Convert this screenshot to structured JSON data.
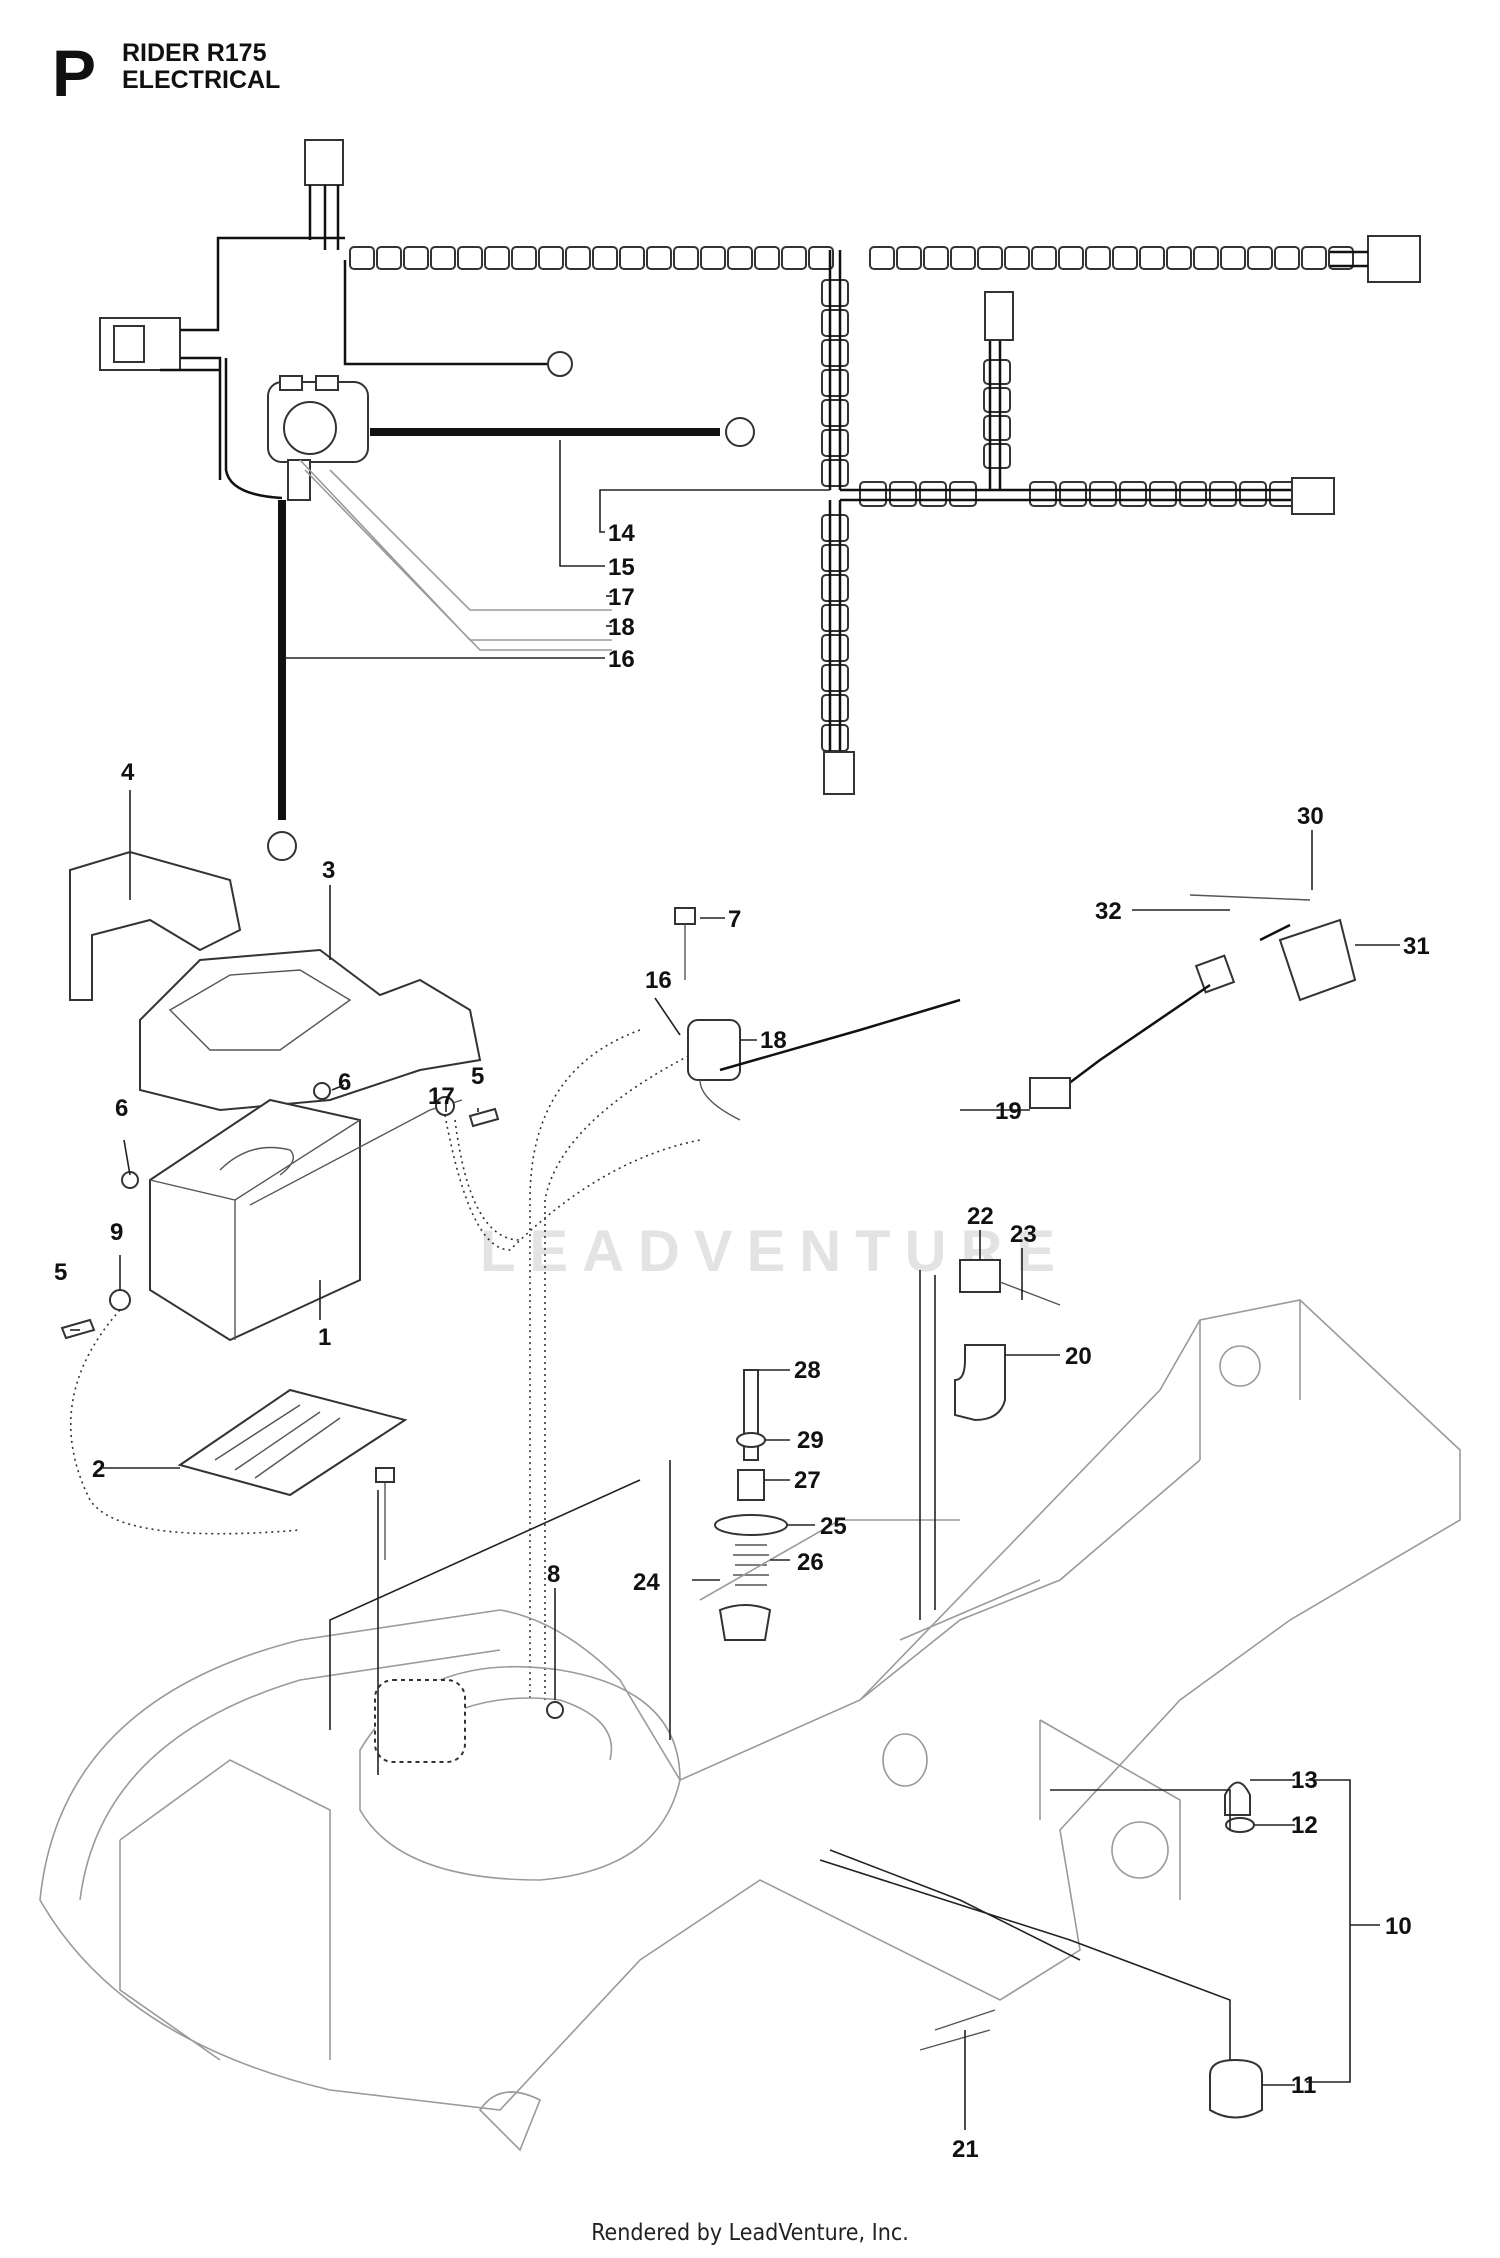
{
  "header": {
    "section_letter": "P",
    "title_line1": "RIDER R175",
    "title_line2": "ELECTRICAL"
  },
  "watermark": "LEADVENTURE",
  "footer": "Rendered by LeadVenture, Inc.",
  "callouts": [
    {
      "id": "14",
      "label": "14"
    },
    {
      "id": "15",
      "label": "15"
    },
    {
      "id": "17a",
      "label": "17"
    },
    {
      "id": "18a",
      "label": "18"
    },
    {
      "id": "16a",
      "label": "16"
    },
    {
      "id": "4",
      "label": "4"
    },
    {
      "id": "3",
      "label": "3"
    },
    {
      "id": "7",
      "label": "7"
    },
    {
      "id": "16b",
      "label": "16"
    },
    {
      "id": "18b",
      "label": "18"
    },
    {
      "id": "30",
      "label": "30"
    },
    {
      "id": "32",
      "label": "32"
    },
    {
      "id": "31",
      "label": "31"
    },
    {
      "id": "19",
      "label": "19"
    },
    {
      "id": "6a",
      "label": "6"
    },
    {
      "id": "6b",
      "label": "6"
    },
    {
      "id": "17b",
      "label": "17"
    },
    {
      "id": "5a",
      "label": "5"
    },
    {
      "id": "9",
      "label": "9"
    },
    {
      "id": "5b",
      "label": "5"
    },
    {
      "id": "1",
      "label": "1"
    },
    {
      "id": "22",
      "label": "22"
    },
    {
      "id": "23",
      "label": "23"
    },
    {
      "id": "20",
      "label": "20"
    },
    {
      "id": "28",
      "label": "28"
    },
    {
      "id": "29",
      "label": "29"
    },
    {
      "id": "27",
      "label": "27"
    },
    {
      "id": "2",
      "label": "2"
    },
    {
      "id": "25",
      "label": "25"
    },
    {
      "id": "26",
      "label": "26"
    },
    {
      "id": "24",
      "label": "24"
    },
    {
      "id": "8",
      "label": "8"
    },
    {
      "id": "13",
      "label": "13"
    },
    {
      "id": "12",
      "label": "12"
    },
    {
      "id": "10",
      "label": "10"
    },
    {
      "id": "11",
      "label": "11"
    },
    {
      "id": "21",
      "label": "21"
    }
  ]
}
